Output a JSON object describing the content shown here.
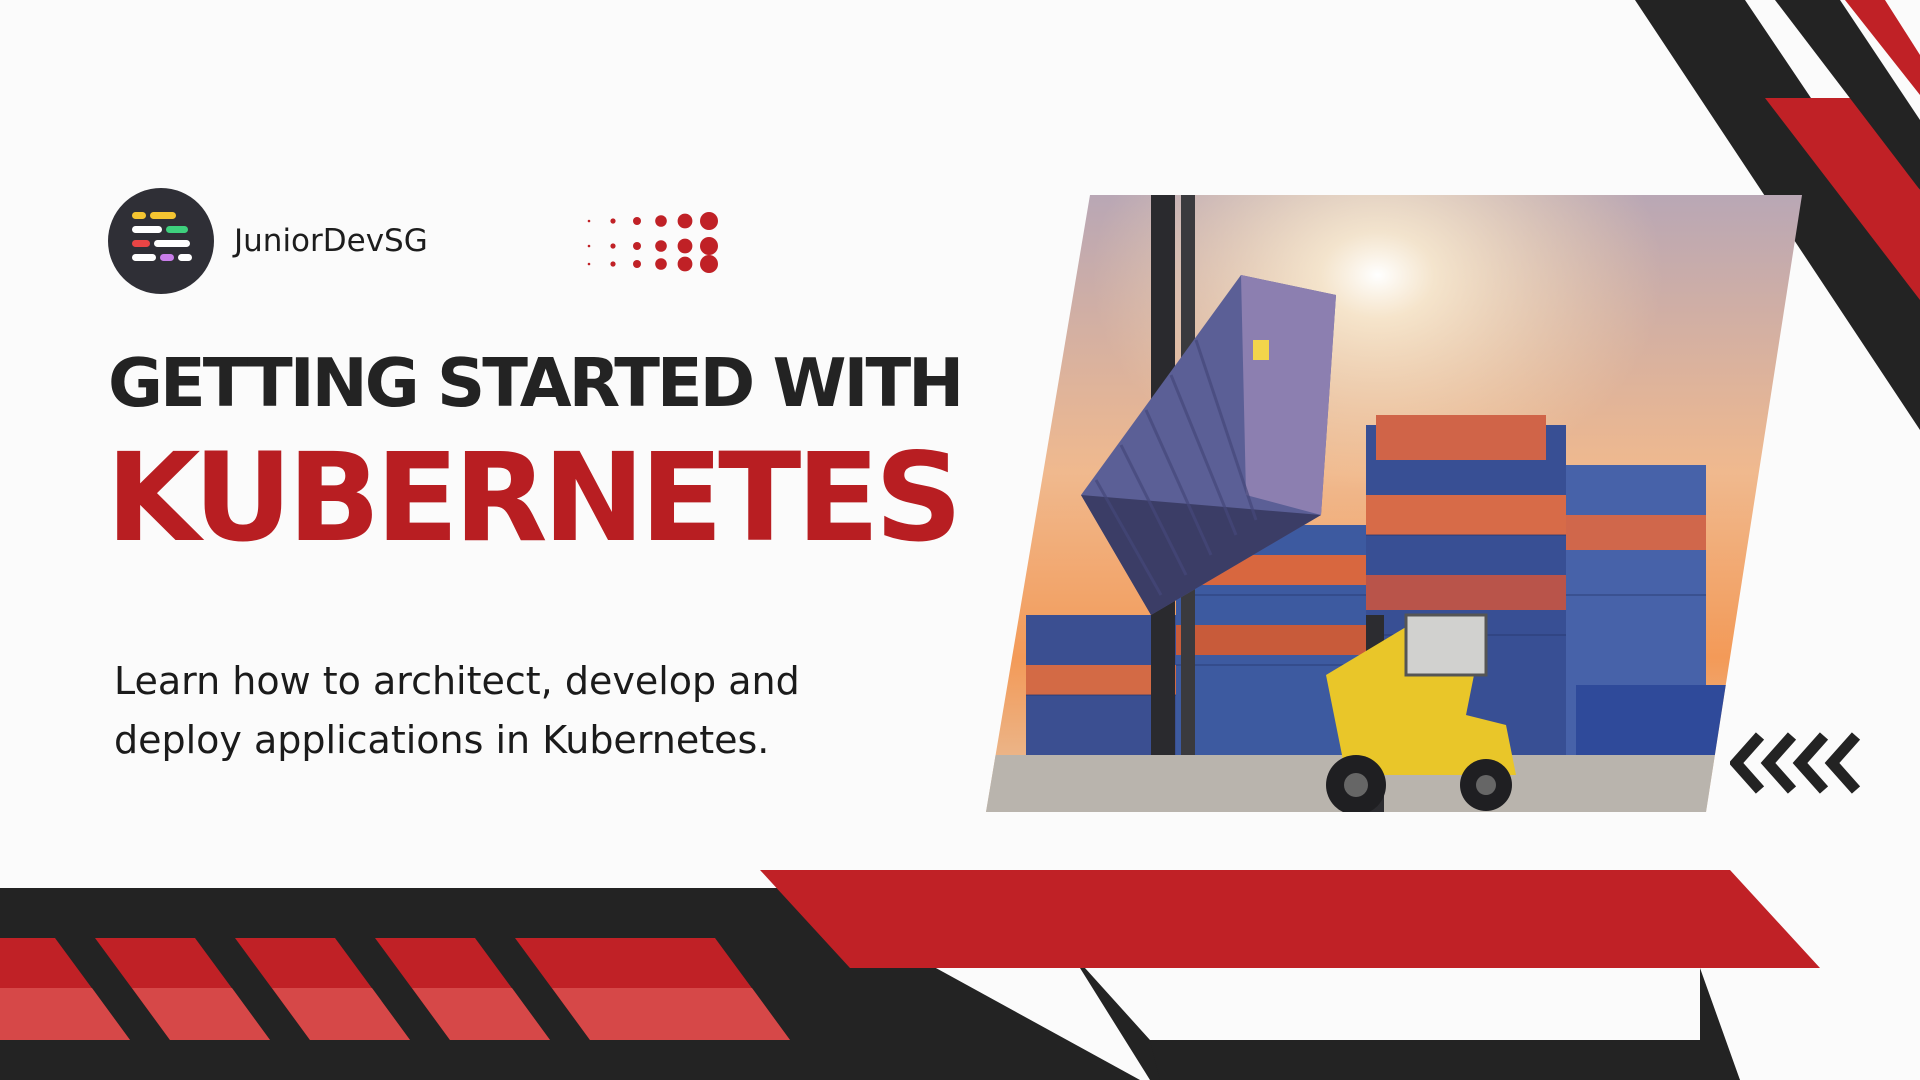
{
  "brand": {
    "name": "JuniorDevSG",
    "logo_icon": "code-lines-logo-icon"
  },
  "title": {
    "line1": "GETTING STARTED WITH",
    "line2": "KUBERNETES"
  },
  "description": "Learn how to architect, develop and deploy applications in Kubernetes.",
  "photo": {
    "icon": "container-forklift-photo"
  },
  "decor": {
    "chevrons_icon": "double-chevron-left-icon",
    "dots_icon": "halftone-dots-icon"
  },
  "colors": {
    "red": "#b81e22",
    "dark": "#232323",
    "background": "#fbfbfb",
    "light_red": "#d64848"
  }
}
